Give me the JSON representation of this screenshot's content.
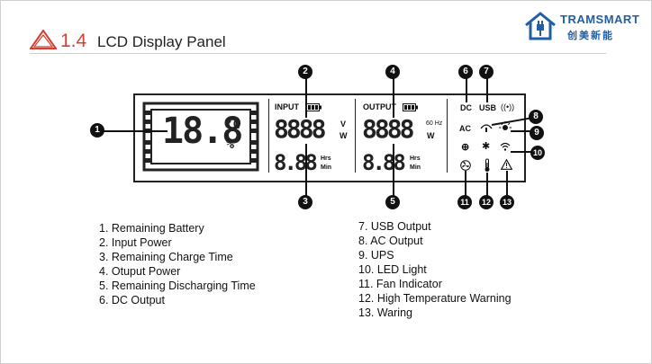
{
  "header": {
    "section_number": "1.4",
    "section_title": "LCD Display Panel",
    "brand_name": "TRAMSMART",
    "brand_cn": "创美新能"
  },
  "lcd": {
    "big_digits": "18.8",
    "big_unit_top": "°C",
    "big_unit_bottom": "%",
    "input_label": "INPUT",
    "input_watts": "8888",
    "input_unit_v": "V",
    "input_unit_w": "W",
    "input_time": "8.88",
    "input_hrs": "Hrs",
    "input_min": "Min",
    "output_label": "OUTPUT",
    "output_watts": "8888",
    "output_hz": "60 Hz",
    "output_unit_w": "W",
    "output_time": "8.88",
    "output_hrs": "Hrs",
    "output_min": "Min",
    "dc_label": "DC",
    "usb_label": "USB",
    "ac_label": "AC"
  },
  "callouts": [
    "1",
    "2",
    "3",
    "4",
    "5",
    "6",
    "7",
    "8",
    "9",
    "10",
    "11",
    "12",
    "13"
  ],
  "legend_left": [
    "1. Remaining Battery",
    "2. Input Power",
    "3. Remaining Charge Time",
    "4. Otuput Power",
    "5. Remaining Discharging Time",
    "6. DC Output"
  ],
  "legend_right": [
    "7. USB Output",
    "8. AC Output",
    "9. UPS",
    "10. LED Light",
    "11. Fan Indicator",
    "12. High Temperature Warning",
    "13. Waring"
  ],
  "icons": [
    "warning-triangle-icon",
    "house-plug-icon",
    "battery-icon",
    "wireless-icon",
    "bulb-icon",
    "plus-icon",
    "bluetooth-icon",
    "wifi-icon",
    "fan-icon",
    "thermometer-icon",
    "warning-icon"
  ],
  "colors": {
    "accent": "#d6402f",
    "brand": "#1f5fa8",
    "ink": "#111111"
  }
}
